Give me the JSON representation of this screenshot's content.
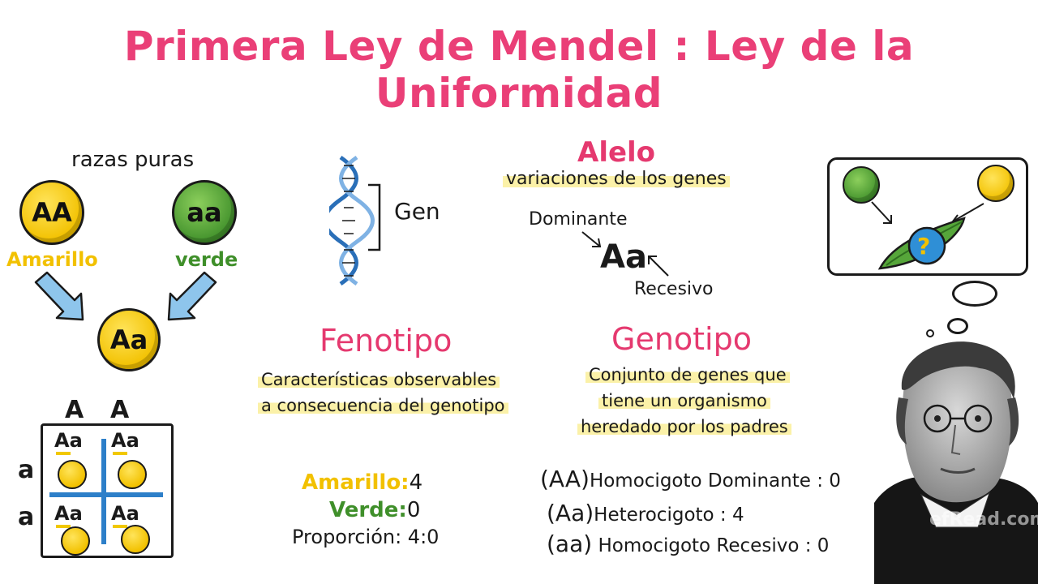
{
  "title": "Primera Ley de Mendel : Ley de la Uniformidad",
  "left": {
    "razas_label": "razas puras",
    "ball_yellow_label": "AA",
    "ball_green_label": "aa",
    "yellow_name": "Amarillo",
    "green_name": "verde",
    "offspring_label": "Aa",
    "punnett": {
      "col_headers": [
        "A",
        "A"
      ],
      "row_headers": [
        "a",
        "a"
      ],
      "cells": [
        "Aa",
        "Aa",
        "Aa",
        "Aa"
      ]
    }
  },
  "gene": {
    "label": "Gen"
  },
  "alelo": {
    "title": "Alelo",
    "subtitle": "variaciones de los genes",
    "dominante": "Dominante",
    "pair": "Aa",
    "recesivo": "Recesivo"
  },
  "fenotipo": {
    "title": "Fenotipo",
    "line1": "Características observables",
    "line2": "a consecuencia del genotipo",
    "amarillo_label": "Amarillo:",
    "amarillo_value": "4",
    "verde_label": "Verde:",
    "verde_value": "0",
    "proporcion": "Proporción: 4:0"
  },
  "genotipo": {
    "title": "Genotipo",
    "line1": "Conjunto de genes que",
    "line2": "tiene un organismo",
    "line3": "heredado por los padres",
    "rows": [
      {
        "code": "(AA)",
        "text": "Homocigoto Dominante",
        "value": ": 0"
      },
      {
        "code": "(Aa)",
        "text": "Heterocigoto",
        "value": ": 4"
      },
      {
        "code": "(aa)",
        "text": "Homocigoto Recesivo",
        "value": ": 0"
      }
    ]
  },
  "thought": {
    "question": "?"
  },
  "watermark": "efRead.com",
  "colors": {
    "title": "#ea3f77",
    "yellow": "#f2c100",
    "green": "#3f8f2a",
    "arrow_blue": "#8ec5ec",
    "punnett_blue": "#2d7fc9"
  }
}
